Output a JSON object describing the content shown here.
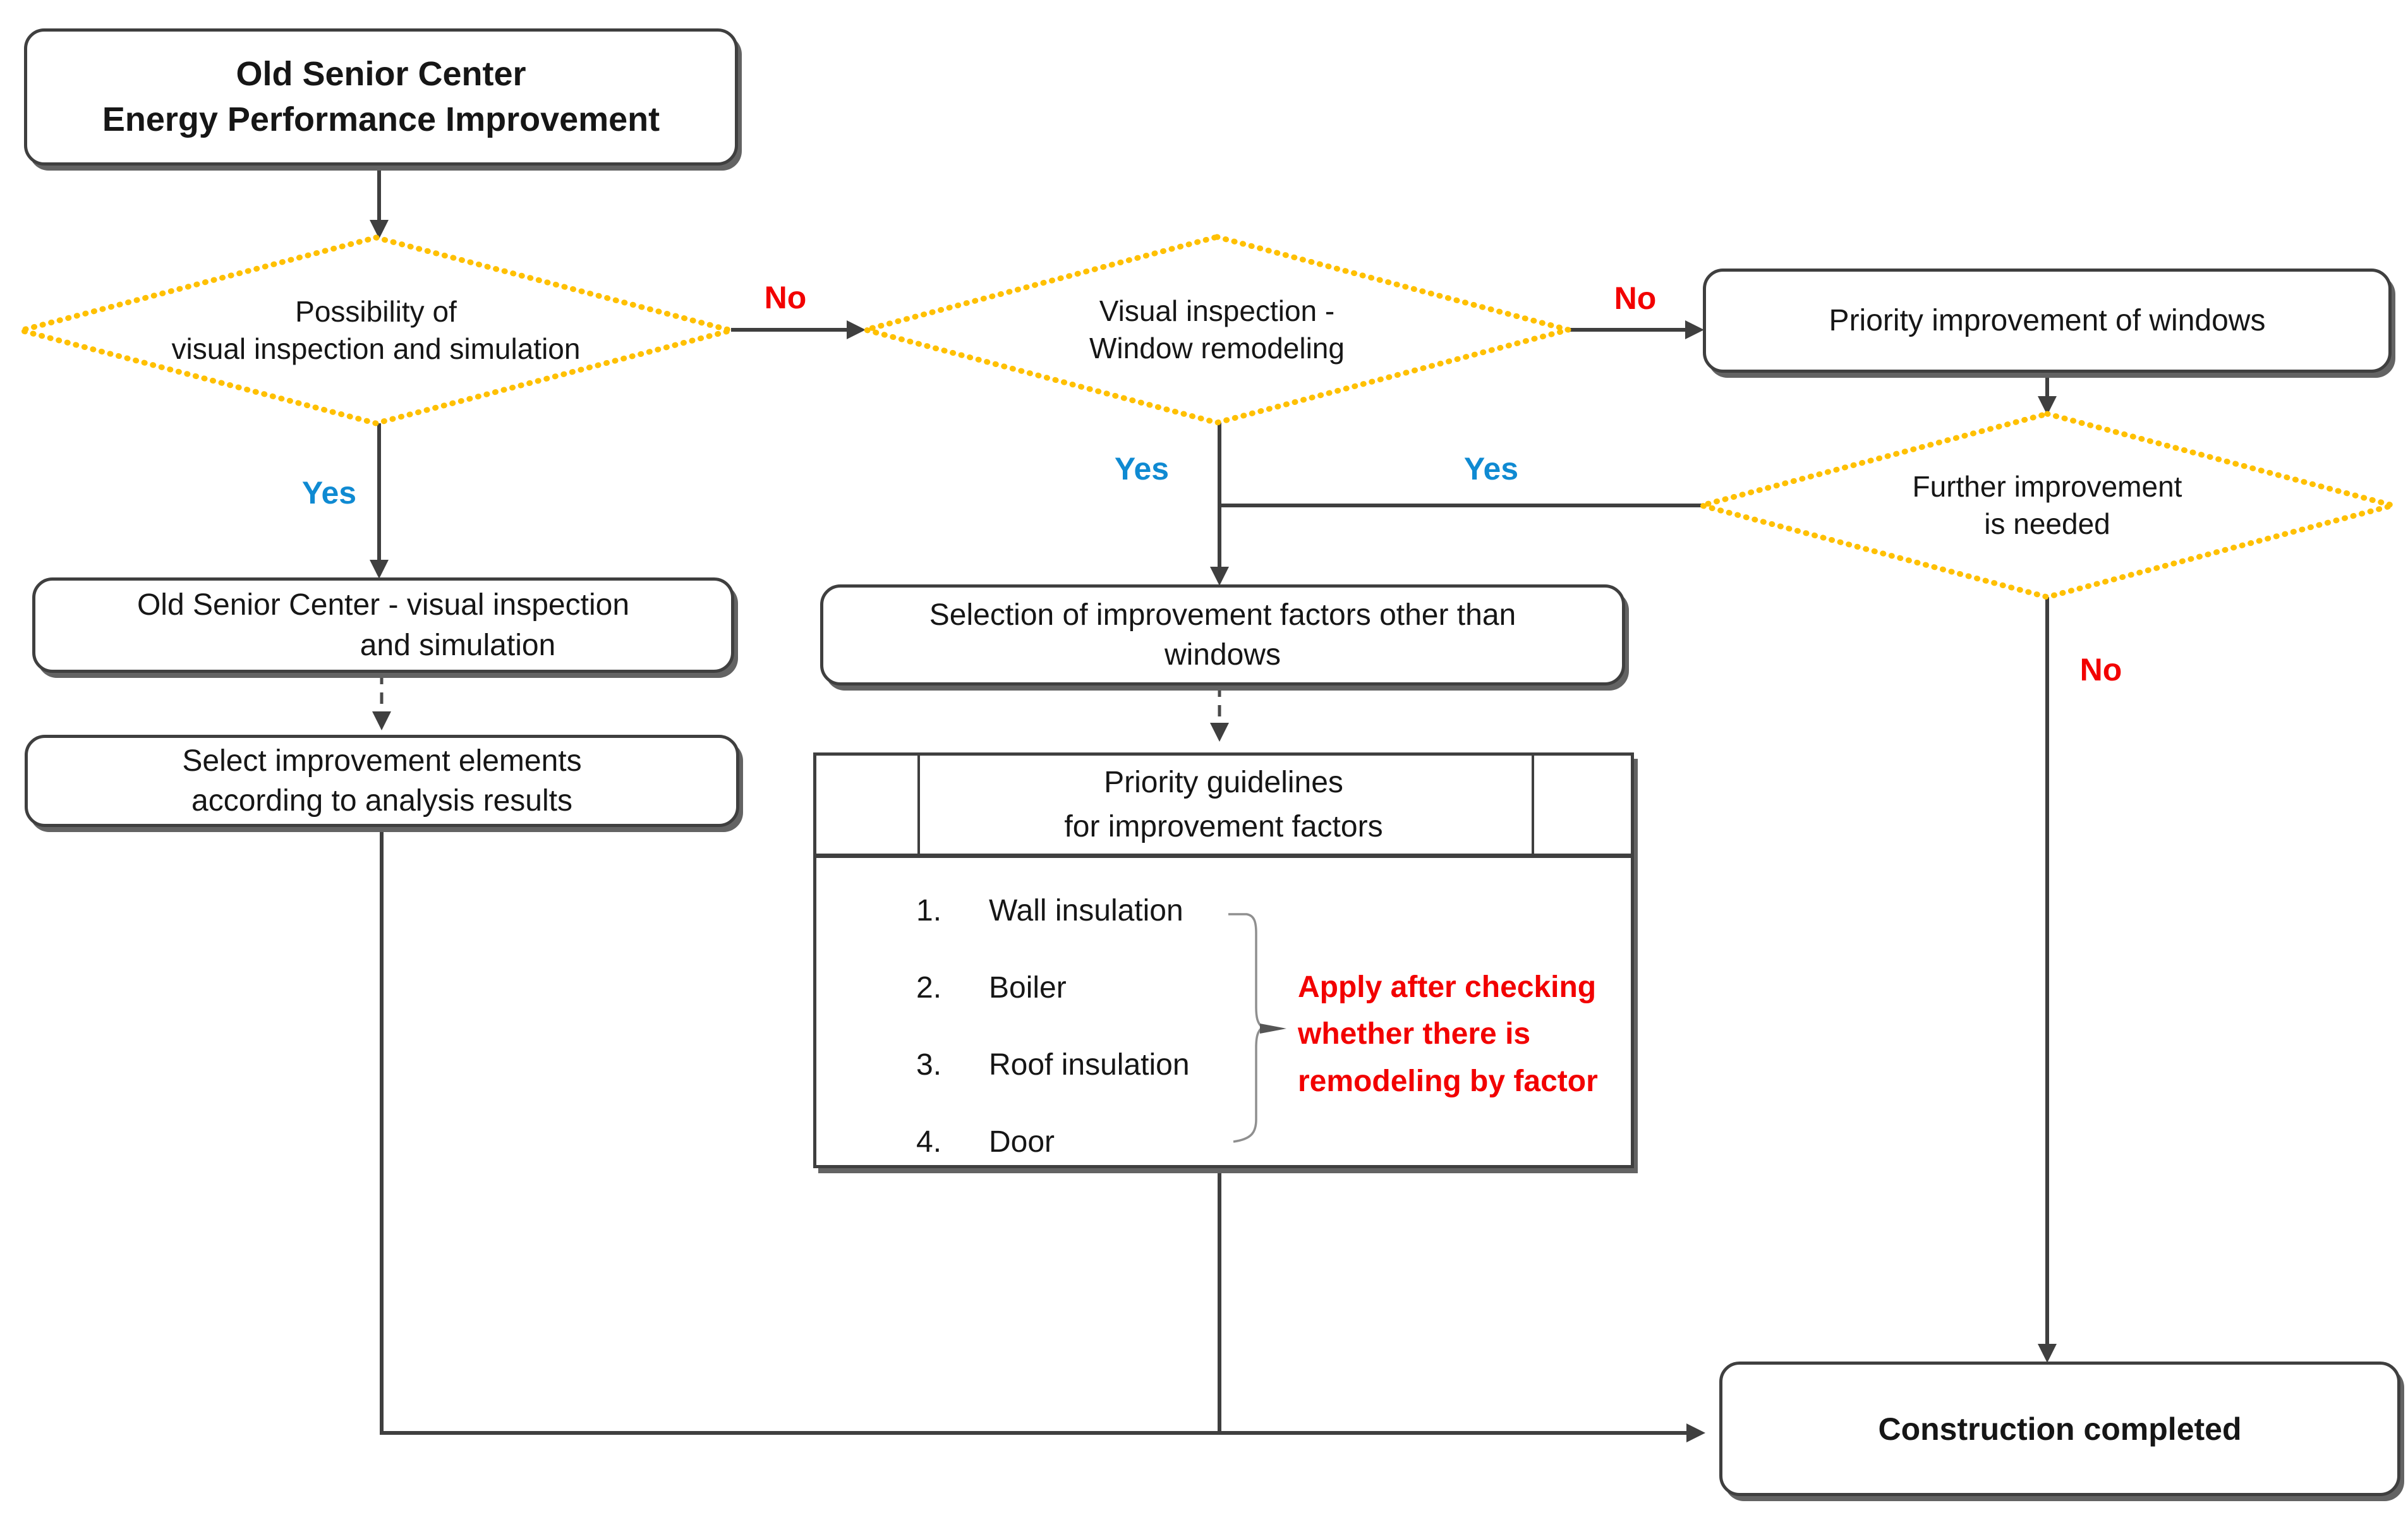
{
  "title_box": {
    "line1": "Old Senior Center",
    "line2": "Energy Performance Improvement"
  },
  "decisions": {
    "possibility": {
      "line1": "Possibility of",
      "line2": "visual inspection and simulation"
    },
    "visual_window": {
      "line1": "Visual inspection -",
      "line2": "Window remodeling"
    },
    "further": {
      "line1": "Further improvement",
      "line2": "is needed"
    }
  },
  "boxes": {
    "visual_inspection": {
      "line1": "Old Senior Center - visual inspection",
      "line2": "and simulation"
    },
    "select_elements": {
      "line1": "Select improvement elements",
      "line2": "according to analysis results"
    },
    "selection_factors": {
      "line1": "Selection of improvement factors other than",
      "line2": "windows"
    },
    "priority_windows": {
      "label": "Priority improvement of windows"
    },
    "construction": {
      "label": "Construction completed"
    }
  },
  "table": {
    "header_line1": "Priority guidelines",
    "header_line2": "for improvement factors",
    "items": [
      {
        "num": "1.",
        "label": "Wall insulation"
      },
      {
        "num": "2.",
        "label": "Boiler"
      },
      {
        "num": "3.",
        "label": "Roof insulation"
      },
      {
        "num": "4.",
        "label": "Door"
      }
    ],
    "annotation": {
      "line1": "Apply after checking",
      "line2": "whether there is",
      "line3": "remodeling by factor"
    }
  },
  "edge_labels": {
    "no1": "No",
    "no2": "No",
    "no3": "No",
    "yes1": "Yes",
    "yes2": "Yes",
    "yes3": "Yes"
  },
  "colors": {
    "diamond_border": "#FFC000",
    "connector": "#3f3f3f",
    "yes_label": "#0f8ad2",
    "no_label": "#f20000",
    "annotation_text": "#f20000"
  }
}
